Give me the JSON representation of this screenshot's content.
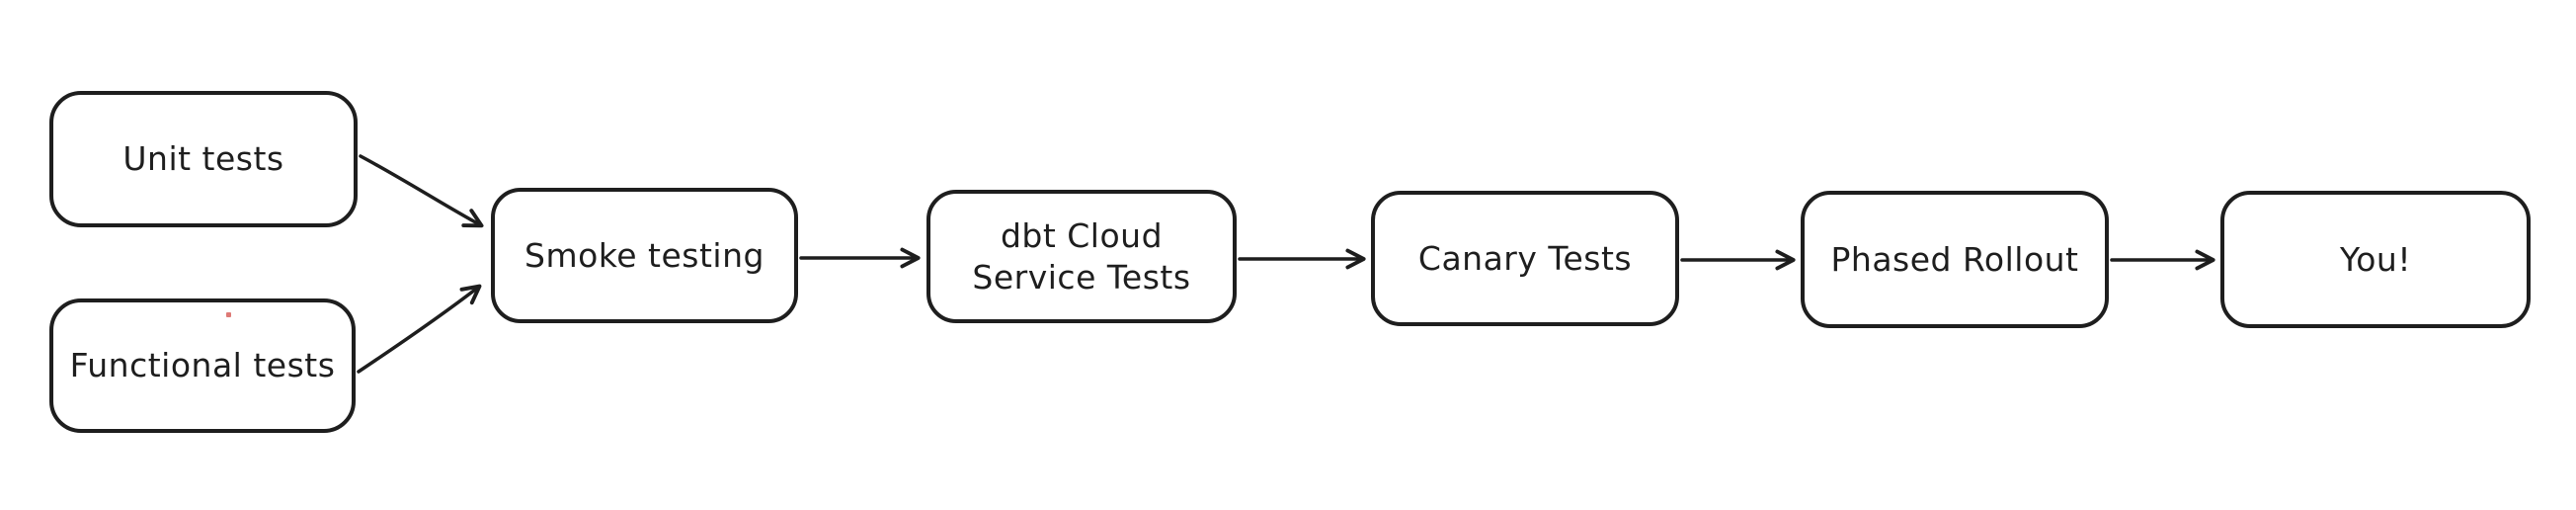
{
  "diagram": {
    "title": "deployment-testing-pipeline-flowchart",
    "colors": {
      "background": "#ffffff",
      "stroke": "#1e1e1e",
      "text": "#1e1e1e",
      "node_fill": "#ffffff",
      "stray_dot": "#de7a76"
    },
    "nodes": [
      {
        "id": "unit-tests",
        "label": "Unit tests"
      },
      {
        "id": "functional-tests",
        "label": "Functional tests"
      },
      {
        "id": "smoke-testing",
        "label": "Smoke testing"
      },
      {
        "id": "dbt-cloud-service-tests",
        "label": "dbt Cloud\nService Tests"
      },
      {
        "id": "canary-tests",
        "label": "Canary Tests"
      },
      {
        "id": "phased-rollout",
        "label": "Phased Rollout"
      },
      {
        "id": "you",
        "label": "You!"
      }
    ],
    "edges": [
      {
        "from": "unit-tests",
        "to": "smoke-testing"
      },
      {
        "from": "functional-tests",
        "to": "smoke-testing"
      },
      {
        "from": "smoke-testing",
        "to": "dbt-cloud-service-tests"
      },
      {
        "from": "dbt-cloud-service-tests",
        "to": "canary-tests"
      },
      {
        "from": "canary-tests",
        "to": "phased-rollout"
      },
      {
        "from": "phased-rollout",
        "to": "you"
      }
    ]
  }
}
